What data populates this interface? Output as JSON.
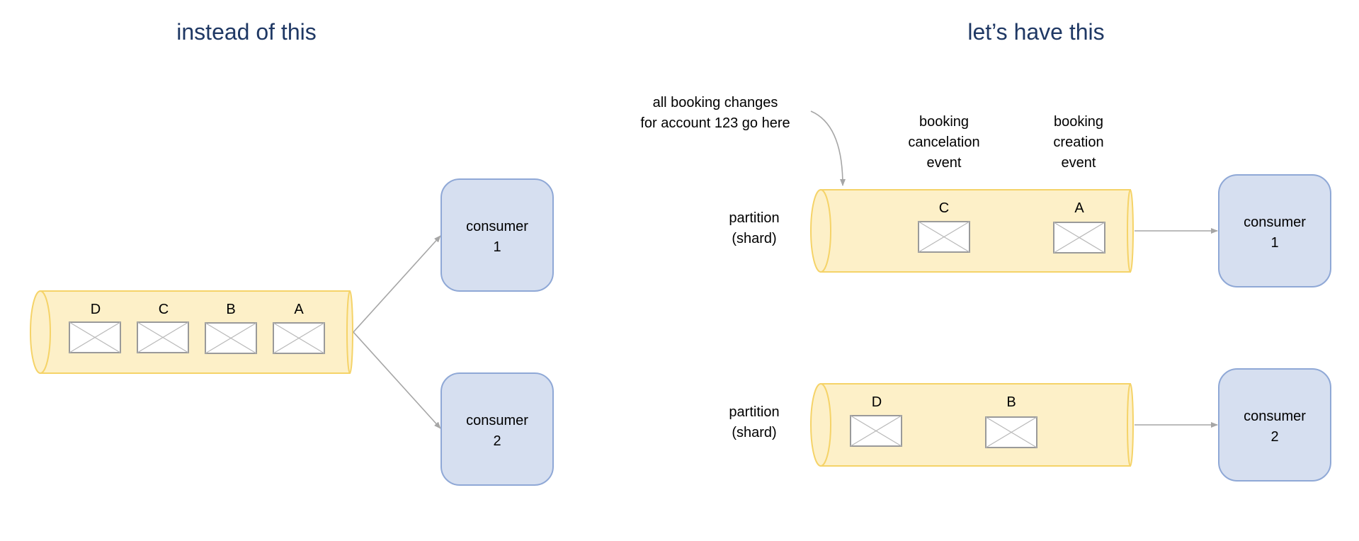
{
  "left": {
    "title": "instead of this",
    "messages": [
      "D",
      "C",
      "B",
      "A"
    ],
    "consumers": [
      {
        "line1": "consumer",
        "line2": "1"
      },
      {
        "line1": "consumer",
        "line2": "2"
      }
    ]
  },
  "right": {
    "title": "let’s have this",
    "annotation": {
      "line1": "all booking changes",
      "line2": "for account 123 go here"
    },
    "event_labels": [
      {
        "line1": "booking",
        "line2": "cancelation",
        "line3": "event"
      },
      {
        "line1": "booking",
        "line2": "creation",
        "line3": "event"
      }
    ],
    "partitions": [
      {
        "label_line1": "partition",
        "label_line2": "(shard)",
        "messages": [
          "C",
          "A"
        ],
        "consumer": {
          "line1": "consumer",
          "line2": "1"
        }
      },
      {
        "label_line1": "partition",
        "label_line2": "(shard)",
        "messages": [
          "D",
          "B"
        ],
        "consumer": {
          "line1": "consumer",
          "line2": "2"
        }
      }
    ]
  },
  "colors": {
    "title": "#1f3864",
    "cylinder_fill": "#fdf0c8",
    "cylinder_stroke": "#f5d368",
    "consumer_fill": "#d6dff0",
    "consumer_stroke": "#8fa8d6",
    "arrow": "#a6a6a6"
  }
}
